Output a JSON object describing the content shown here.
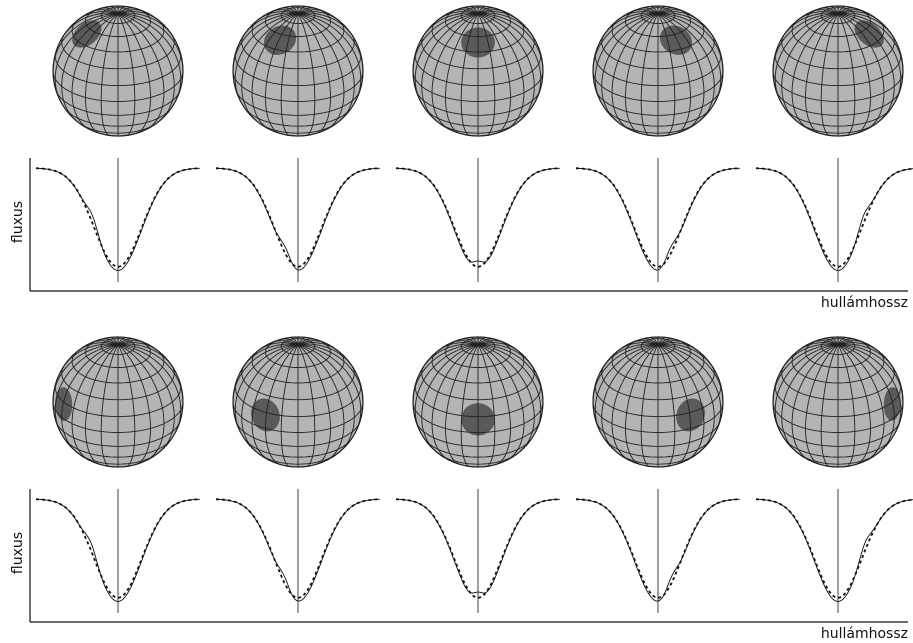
{
  "labels": {
    "y_axis": "fluxus",
    "x_axis": "hullámhossz"
  },
  "colors": {
    "sphere_fill": "#b4b4b4",
    "spot_fill": "#5a5a5a",
    "grid_line": "#222222",
    "profile_line": "#111111",
    "background": "#ffffff"
  },
  "panels": [
    {
      "name": "top-row-high-latitude-spot",
      "spot_latitude_deg": 55,
      "spot_longitudes_deg": [
        -60,
        -30,
        0,
        30,
        60
      ],
      "profile_bump_shift": [
        -0.55,
        -0.28,
        0,
        0.28,
        0.55
      ]
    },
    {
      "name": "bottom-row-equatorial-spot",
      "spot_latitude_deg": 12,
      "spot_longitudes_deg": [
        -62,
        -32,
        0,
        32,
        62
      ],
      "profile_bump_shift": [
        -0.58,
        -0.3,
        0,
        0.3,
        0.58
      ]
    }
  ]
}
